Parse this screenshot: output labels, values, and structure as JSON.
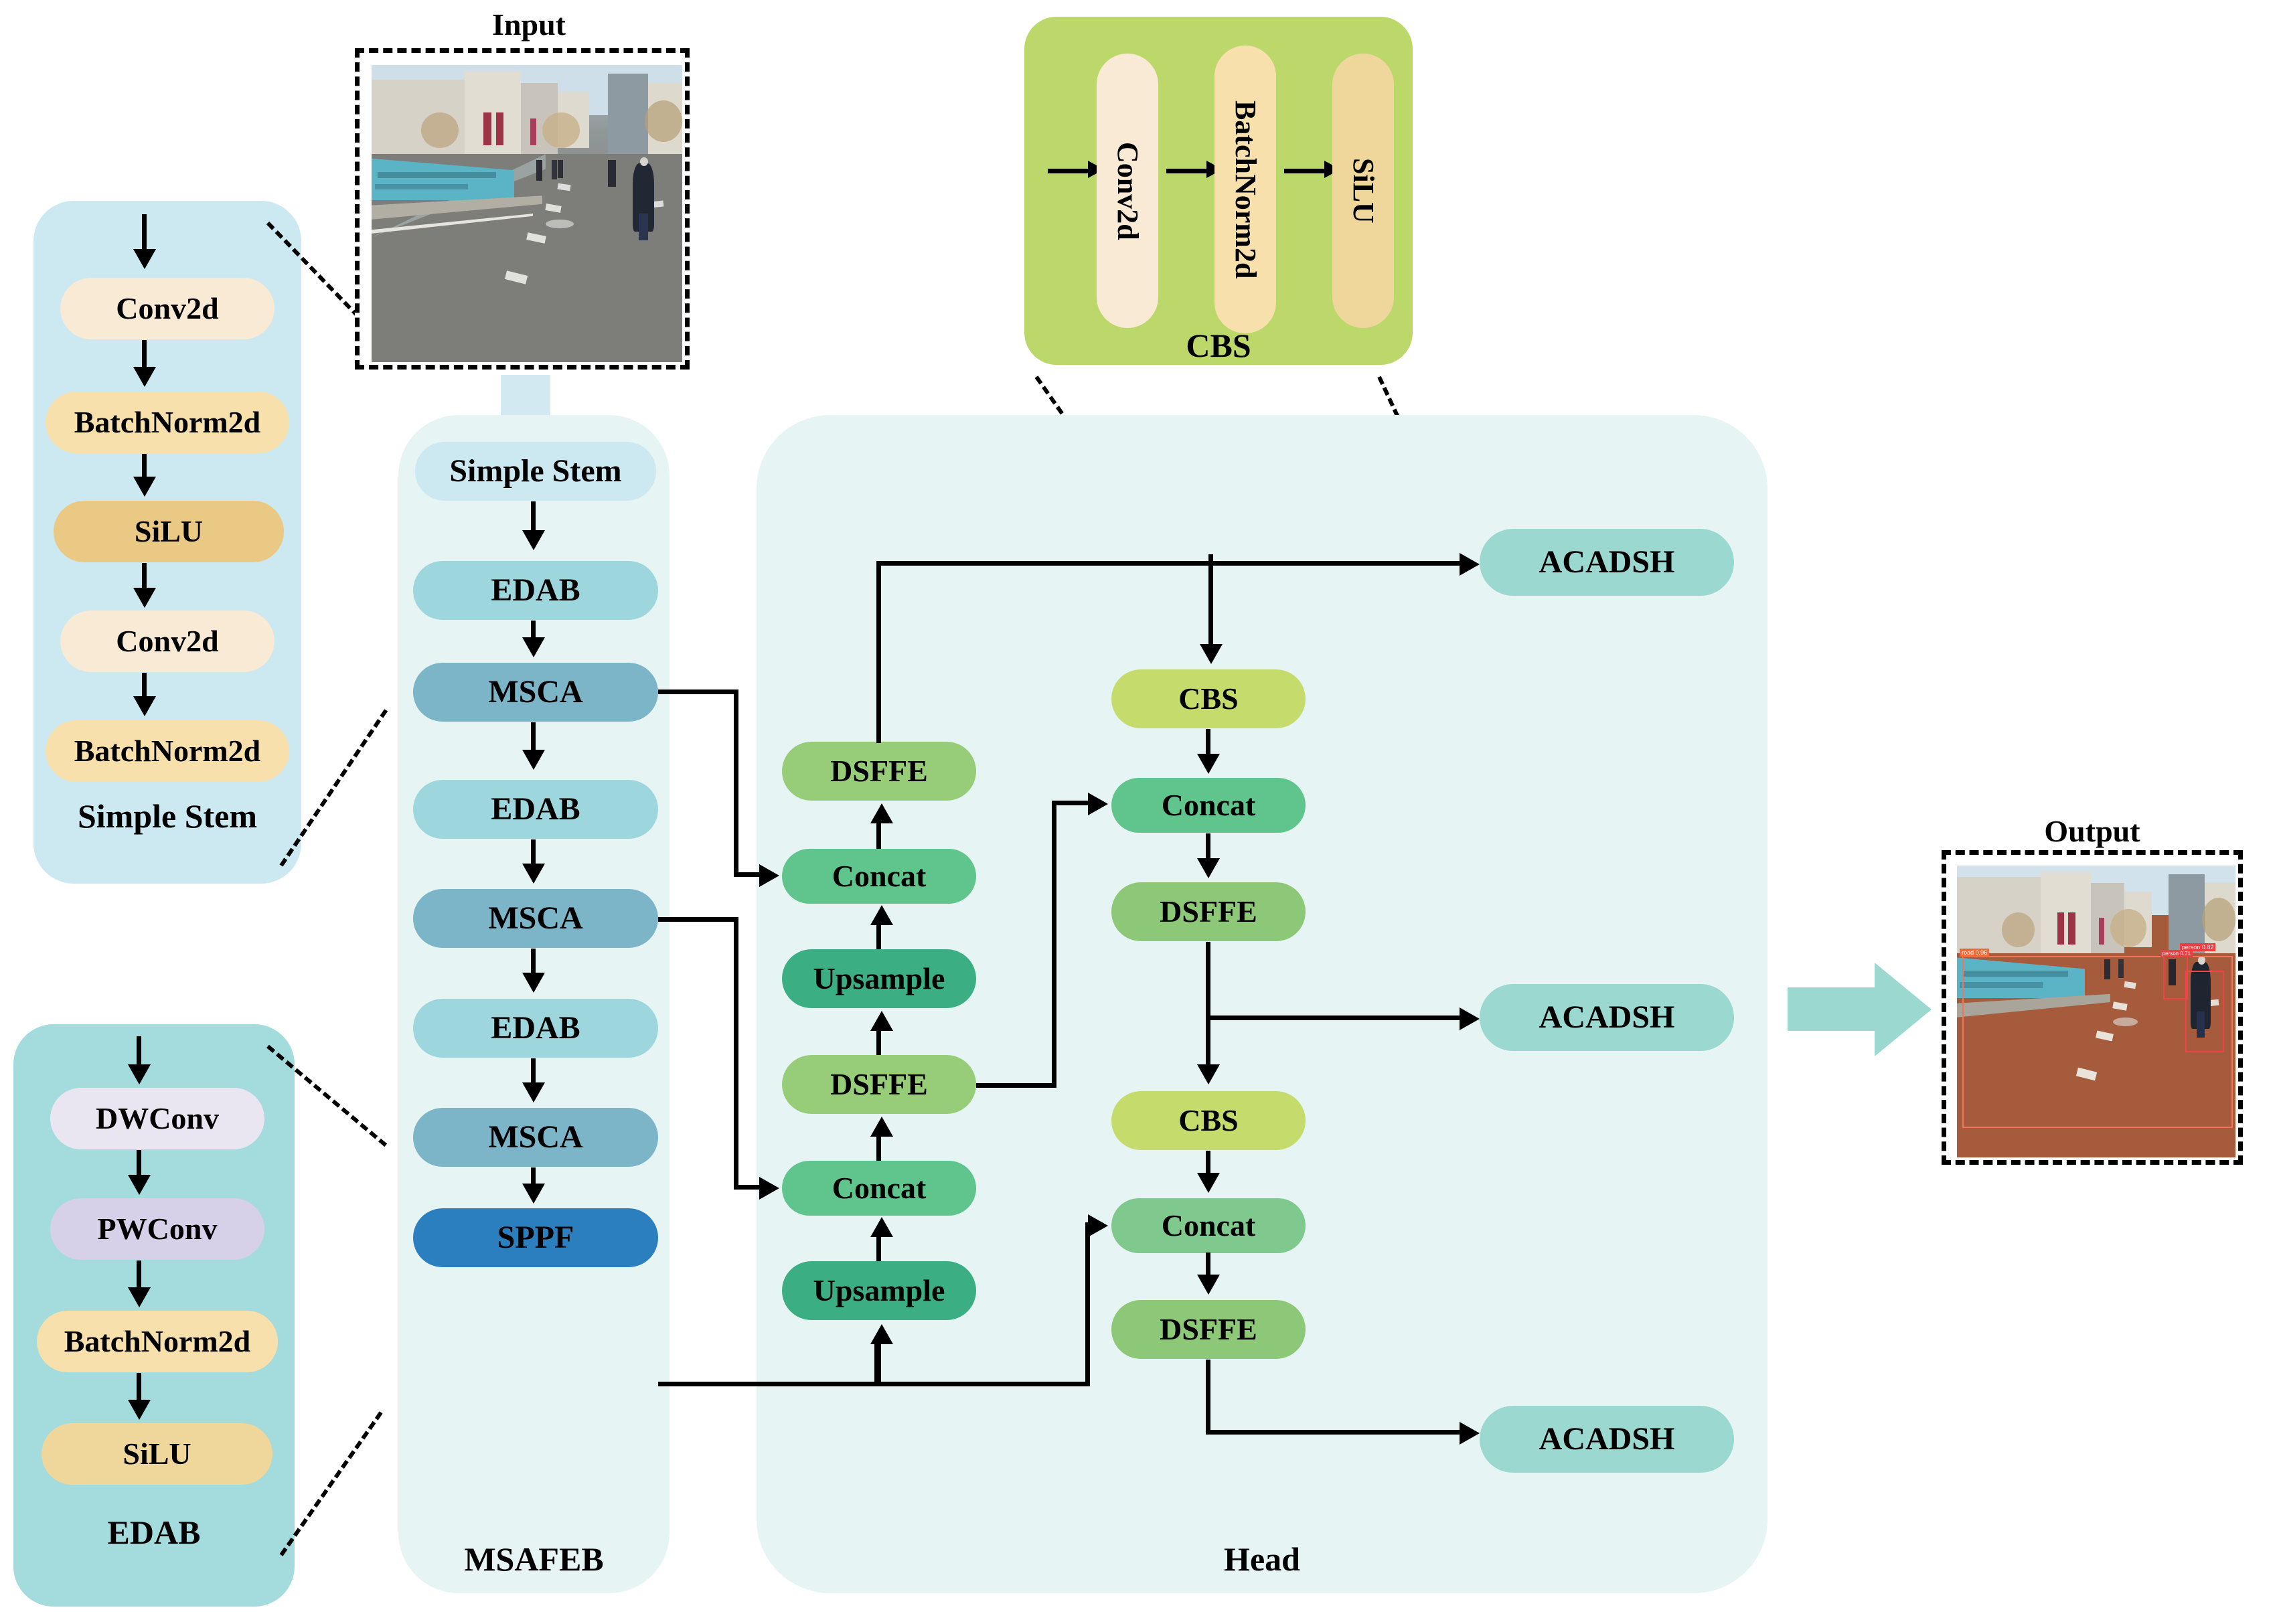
{
  "figure": {
    "input_caption": "Input",
    "output_caption": "Output"
  },
  "detail_panels": {
    "simple_stem": {
      "title": "Simple Stem",
      "blocks": [
        {
          "label": "Conv2d",
          "color": "#f8ead4"
        },
        {
          "label": "BatchNorm2d",
          "color": "#f7e0ab"
        },
        {
          "label": "SiLU",
          "color": "#e9c983"
        },
        {
          "label": "Conv2d",
          "color": "#f8ead4"
        },
        {
          "label": "BatchNorm2d",
          "color": "#f7e0ab"
        }
      ],
      "panel_color": "#cce8f0"
    },
    "edab": {
      "title": "EDAB",
      "blocks": [
        {
          "label": "DWConv",
          "color": "#e9e6f2"
        },
        {
          "label": "PWConv",
          "color": "#d6d1e8"
        },
        {
          "label": "BatchNorm2d",
          "color": "#f7e0ab"
        },
        {
          "label": "SiLU",
          "color": "#efd79b"
        }
      ],
      "panel_color": "#a4dbdd"
    },
    "cbs": {
      "title": "CBS",
      "blocks": [
        {
          "label": "Conv2d",
          "color": "#f8ead4"
        },
        {
          "label": "BatchNorm2d",
          "color": "#f7e0ab"
        },
        {
          "label": "SiLU",
          "color": "#efd79b"
        }
      ],
      "panel_color": "#bcd86a"
    }
  },
  "backbone": {
    "title": "MSAFEB",
    "panel_color": "#e7f4f4",
    "blocks": [
      {
        "label": "Simple Stem",
        "color": "#cce8f0"
      },
      {
        "label": "EDAB",
        "color": "#9ed6dd"
      },
      {
        "label": "MSCA",
        "color": "#7cb4c8"
      },
      {
        "label": "EDAB",
        "color": "#9ed6dd"
      },
      {
        "label": "MSCA",
        "color": "#7cb4c8"
      },
      {
        "label": "EDAB",
        "color": "#9ed6dd"
      },
      {
        "label": "MSCA",
        "color": "#7cb4c8"
      },
      {
        "label": "SPPF",
        "color": "#2b7fbf"
      }
    ]
  },
  "head": {
    "title": "Head",
    "panel_color": "#e7f4f4",
    "left_column": [
      {
        "label": "DSFFE",
        "color": "#97cc79"
      },
      {
        "label": "Concat",
        "color": "#5fc58c"
      },
      {
        "label": "Upsample",
        "color": "#3cae84"
      },
      {
        "label": "DSFFE",
        "color": "#97cc79"
      },
      {
        "label": "Concat",
        "color": "#5fc58c"
      },
      {
        "label": "Upsample",
        "color": "#3cae84"
      }
    ],
    "right_column": [
      {
        "label": "CBS",
        "color": "#c5dc6d"
      },
      {
        "label": "Concat",
        "color": "#5fc58c"
      },
      {
        "label": "DSFFE",
        "color": "#8cc878"
      },
      {
        "label": "CBS",
        "color": "#c5dc6d"
      },
      {
        "label": "Concat",
        "color": "#7fc98e"
      },
      {
        "label": "DSFFE",
        "color": "#8cc878"
      }
    ],
    "detect_heads": [
      {
        "label": "ACADSH",
        "color": "#9ad8d0"
      },
      {
        "label": "ACADSH",
        "color": "#9ad8d0"
      },
      {
        "label": "ACADSH",
        "color": "#9ad8d0"
      }
    ]
  },
  "colors": {
    "input_arrow": "#d3e9f2",
    "output_arrow": "#9ad8d0",
    "line": "#000000"
  }
}
